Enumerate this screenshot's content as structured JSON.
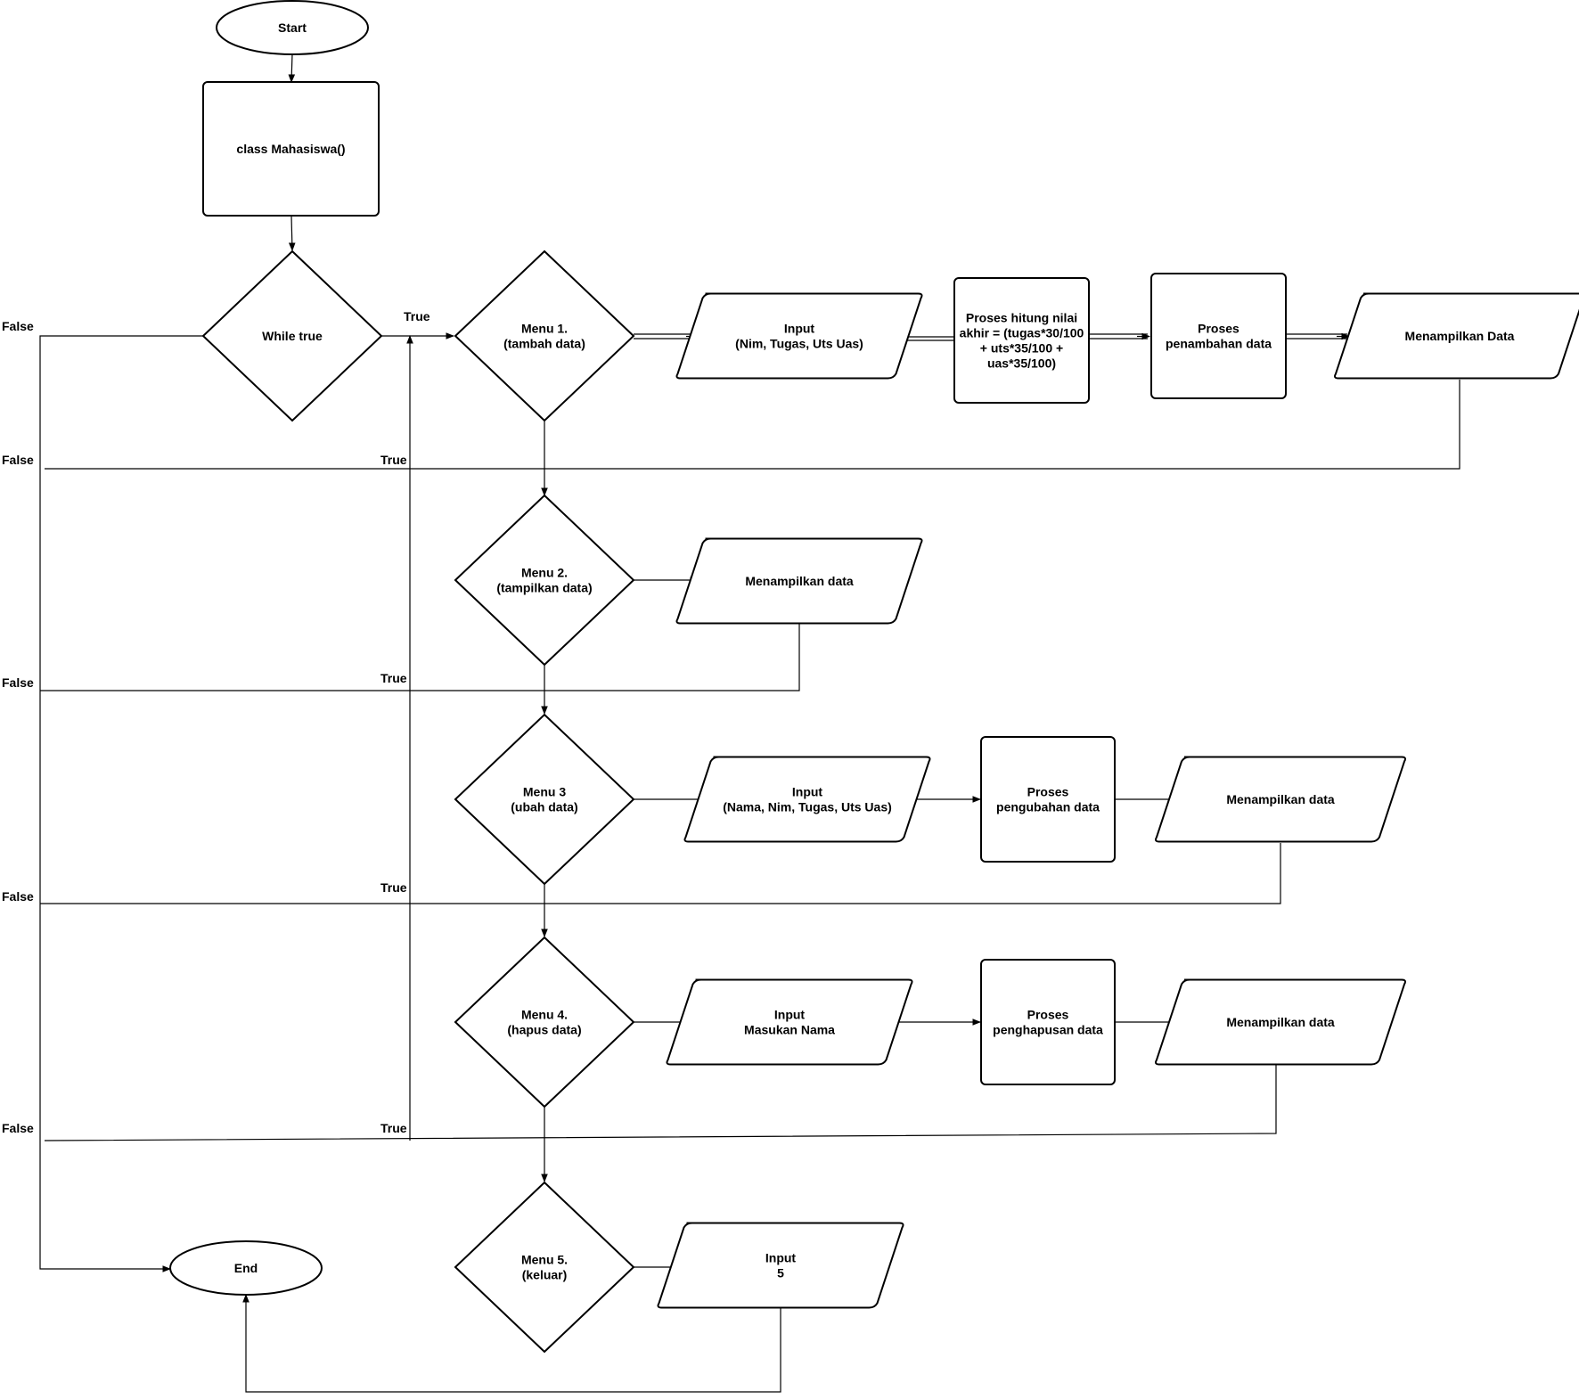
{
  "nodes": {
    "start": [
      "Start"
    ],
    "class": [
      "class Mahasiswa()"
    ],
    "while": [
      "While true"
    ],
    "menu1": [
      "Menu 1.",
      "(tambah data)"
    ],
    "input1": [
      "Input",
      "(Nim, Tugas, Uts Uas)"
    ],
    "proses_hitung": [
      "Proses hitung nilai",
      "akhir = (tugas*30/100",
      "+ uts*35/100 +",
      "uas*35/100)"
    ],
    "proses_tambah": [
      "Proses",
      "penambahan data"
    ],
    "tampil1": [
      "Menampilkan Data"
    ],
    "menu2": [
      "Menu 2.",
      "(tampilkan data)"
    ],
    "tampil2": [
      "Menampilkan data"
    ],
    "menu3": [
      "Menu 3",
      "(ubah data)"
    ],
    "input3": [
      "Input",
      "(Nama, Nim, Tugas, Uts Uas)"
    ],
    "proses_ubah": [
      "Proses",
      "pengubahan data"
    ],
    "tampil3": [
      "Menampilkan data"
    ],
    "menu4": [
      "Menu 4.",
      "(hapus data)"
    ],
    "input4": [
      "Input",
      "Masukan Nama"
    ],
    "proses_hapus": [
      "Proses",
      "penghapusan data"
    ],
    "tampil4": [
      "Menampilkan data"
    ],
    "menu5": [
      "Menu 5.",
      "(keluar)"
    ],
    "input5": [
      "Input",
      "5"
    ],
    "end": [
      "End"
    ]
  },
  "edge_labels": {
    "true_while": "True",
    "false_while": "False",
    "false_1": "False",
    "true_1": "True",
    "false_2": "False",
    "true_2": "True",
    "false_3": "False",
    "true_3": "True",
    "false_4": "False",
    "true_4": "True"
  }
}
